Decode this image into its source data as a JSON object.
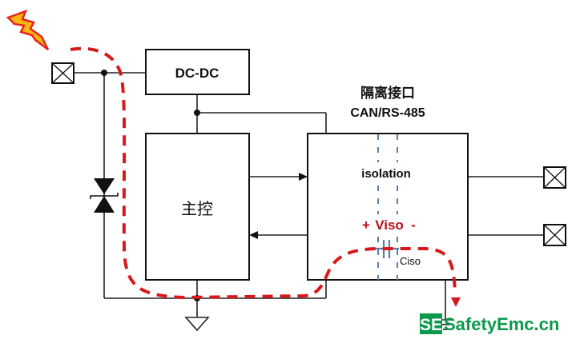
{
  "diagram": {
    "blocks": {
      "dcdc": "DC-DC",
      "mcu": "主控",
      "iso_title": "隔离接口",
      "iso_subtitle": "CAN/RS-485",
      "isolation": "isolation"
    },
    "labels": {
      "viso_plus": "+",
      "viso": "Viso",
      "viso_minus": "-",
      "ciso": "Ciso"
    },
    "watermark": {
      "badge": "SE",
      "text": "SafetyEmc.cn"
    },
    "colors": {
      "surge_path": "#d7191c",
      "isolation_barrier": "#5b7fa8",
      "watermark": "#0b9a4b",
      "lightning_fill": "#f7b512",
      "lightning_stroke": "#e8231b"
    }
  }
}
